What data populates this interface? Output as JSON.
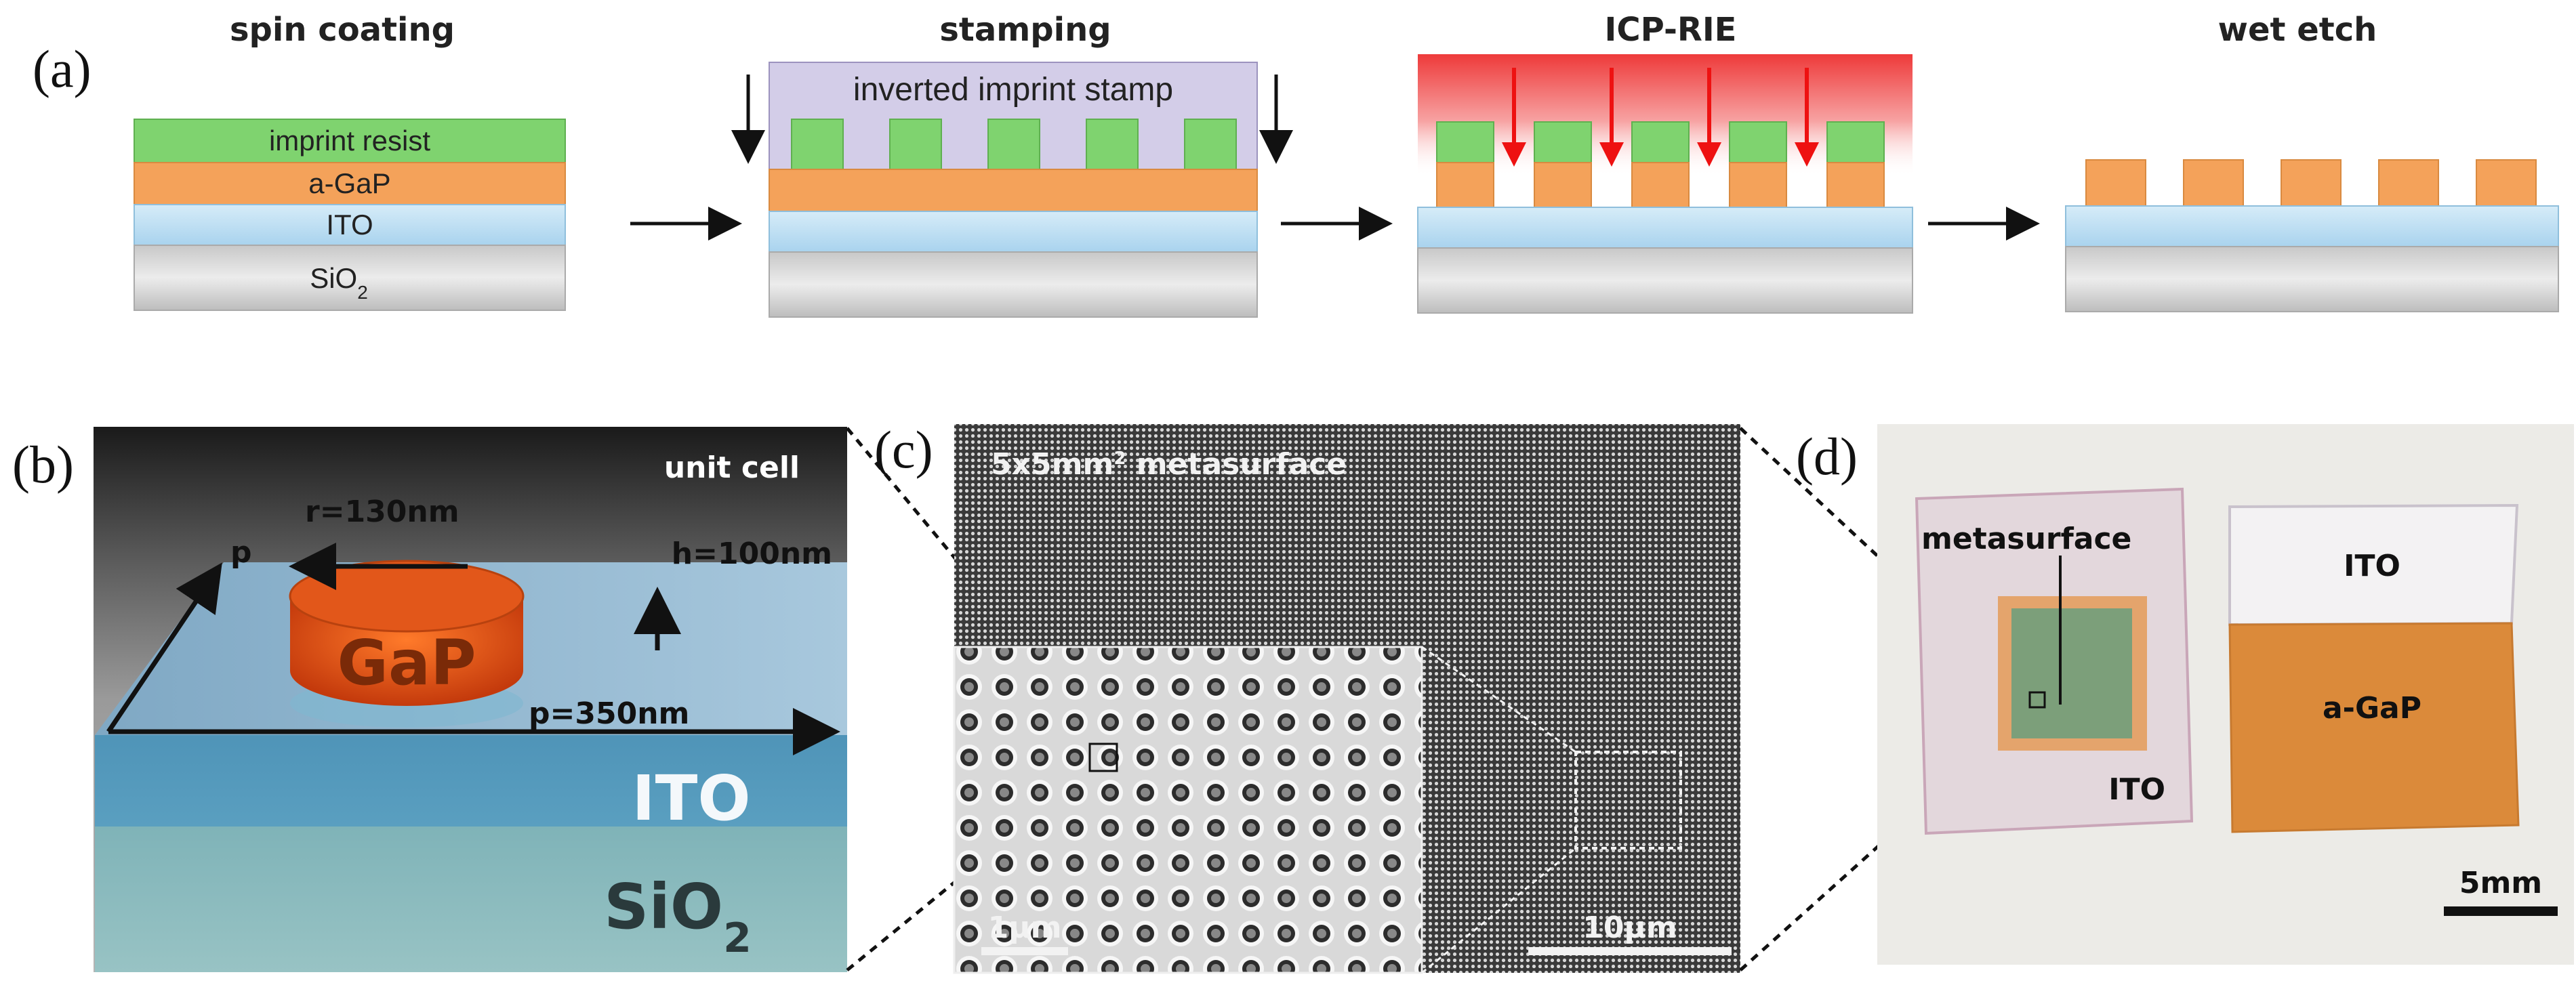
{
  "panel_a": {
    "letter": "(a)",
    "steps": [
      {
        "title": "spin coating"
      },
      {
        "title": "stamping"
      },
      {
        "title": "ICP-RIE"
      },
      {
        "title": "wet etch"
      }
    ],
    "layers": {
      "resist": "imprint resist",
      "gap": "a-GaP",
      "ito": "ITO",
      "sio2": "SiO",
      "sio2_sub": "2"
    },
    "stamp_label": "inverted imprint stamp",
    "colors": {
      "resist": "#7fd36f",
      "gap": "#f4a25a",
      "ito": "#b9def4",
      "sio2": "#d4d4d4",
      "stamp": "#d3cde8",
      "plasma": "#ee3a3a"
    }
  },
  "panel_b": {
    "letter": "(b)",
    "unit_cell": "unit cell",
    "r": "r=130nm",
    "h": "h=100nm",
    "p_top": "p",
    "p_bottom": "p=350nm",
    "gap": "GaP",
    "ito": "ITO",
    "sio2": "SiO",
    "sio2_sub": "2"
  },
  "panel_c": {
    "letter": "(c)",
    "title_pre": "5x5mm",
    "title_sup": "2",
    "title_post": " metasurface",
    "scale_small": "1μm",
    "scale_large": "10μm"
  },
  "panel_d": {
    "letter": "(d)",
    "metasurface": "metasurface",
    "ito_left": "ITO",
    "ito_right": "ITO",
    "agap": "a-GaP",
    "scale": "5mm"
  }
}
